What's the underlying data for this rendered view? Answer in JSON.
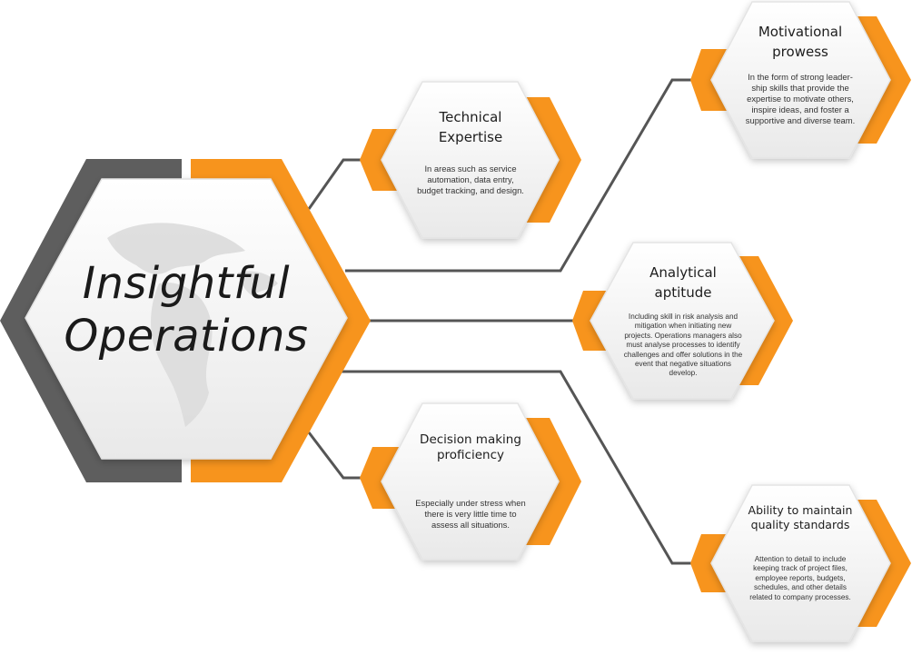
{
  "main": {
    "title_line1": "Insightful",
    "title_line2": "Operations"
  },
  "nodes": [
    {
      "id": "technical",
      "title_line1": "Technical",
      "title_line2": "Expertise",
      "description": [
        "In areas such as service",
        "automation, data entry,",
        "budget tracking, and design."
      ]
    },
    {
      "id": "motivational",
      "title_line1": "Motivational",
      "title_line2": "prowess",
      "description": [
        "In the form of strong leader-",
        "ship skills that provide the",
        "expertise to motivate others,",
        "inspire ideas, and foster a",
        "supportive and diverse team."
      ]
    },
    {
      "id": "analytical",
      "title_line1": "Analytical",
      "title_line2": "aptitude",
      "description": [
        "Including skill in risk analysis and",
        "mitigation when initiating new",
        "projects. Operations managers also",
        "must analyse processes to identify",
        "challenges and offer solutions in the",
        "event that negative situations",
        "develop."
      ]
    },
    {
      "id": "decision",
      "title_line1": "Decision making",
      "title_line2": "proficiency",
      "description": [
        "Especially under stress when",
        "there is very little time to",
        "assess all situations."
      ]
    },
    {
      "id": "quality",
      "title_line1": "Ability to maintain",
      "title_line2": "quality standards",
      "description": [
        "Attention to detail to include",
        "keeping track of project files,",
        "employee reports, budgets,",
        "schedules, and other details",
        "related to company processes."
      ]
    }
  ],
  "colors": {
    "accent": "#f7941d",
    "dark": "#5e5e5e",
    "connector": "#555555",
    "hex_fill": "#f4f4f4"
  }
}
